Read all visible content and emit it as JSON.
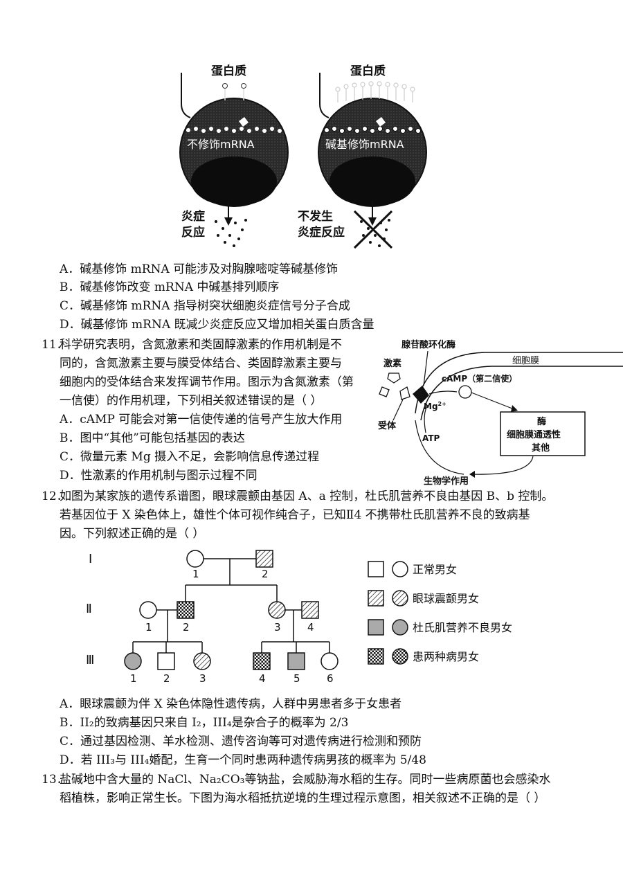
{
  "cells": {
    "protein_label": "蛋白质",
    "left_mrna": "不修饰mRNA",
    "right_mrna": "碱基修饰mRNA",
    "left_result_1": "炎症",
    "left_result_2": "反应",
    "right_result_1": "不发生",
    "right_result_2": "炎症反应"
  },
  "q10_options": [
    "A．碱基修饰 mRNA 可能涉及对胸腺嘧啶等碱基修饰",
    "B．碱基修饰改变 mRNA 中碱基排列顺序",
    "C．碱基修饰 mRNA 指导树突状细胞炎症信号分子合成",
    "D．碱基修饰 mRNA 既减少炎症反应又增加相关蛋白质含量"
  ],
  "q11": {
    "number": "11．",
    "stem": [
      "科学研究表明，含氮激素和类固醇激素的作用机制是不",
      "同的，含氮激素主要与膜受体结合、类固醇激素主要与",
      "细胞内的受体结合来发挥调节作用。图示为含氮激素（第",
      "一信使）的作用机理，下列相关叙述错误的是（    ）"
    ],
    "options": [
      "A．cAMP 可能会对第一信使传递的信号产生放大作用",
      "B．图中“其他”可能包括基因的表达",
      "C．微量元素 Mg 摄入不足，会影响信息传递过程",
      "D．性激素的作用机制与图示过程不同"
    ],
    "diagram": {
      "enzyme": "腺苷酸环化酶",
      "membrane": "细胞膜",
      "hormone": "激素",
      "camp": "cAMP（第二信使）",
      "mg": "Mg",
      "mg_sup": "2+",
      "receptor": "受体",
      "atp": "ATP",
      "box_1": "酶",
      "box_2": "细胞膜通透性",
      "box_3": "其他",
      "effect": "生物学作用"
    }
  },
  "q12": {
    "number": "12．",
    "stem": [
      "如图为某家族的遗传系谱图，眼球震颤由基因 A、a 控制，杜氏肌营养不良由基因 B、b 控制。",
      "若基因位于 X 染色体上，雄性个体可视作纯合子，已知Ⅱ4 不携带杜氏肌营养不良的致病基",
      "因。下列叙述正确的是（    ）"
    ],
    "generations": [
      "Ⅰ",
      "Ⅱ",
      "Ⅲ"
    ],
    "gen1_ids": [
      "1",
      "2"
    ],
    "gen2_ids": [
      "1",
      "2",
      "3",
      "4"
    ],
    "gen3_ids": [
      "1",
      "2",
      "3",
      "4",
      "5",
      "6"
    ],
    "legend": [
      "正常男女",
      "眼球震颤男女",
      "杜氏肌营养不良男女",
      "患两种病男女"
    ],
    "options": [
      "A．眼球震颤为伴 X 染色体隐性遗传病，人群中男患者多于女患者",
      "B．II₂的致病基因只来自 I₂，III₄是杂合子的概率为 2/3",
      "C．通过基因检测、羊水检测、遗传咨询等可对遗传病进行检测和预防",
      "D．若 III₃与 III₄婚配，生育一个同时患两种遗传病男孩的概率为 5/48"
    ]
  },
  "q13": {
    "number": "13．",
    "stem": [
      "盐碱地中含大量的 NaCl、Na₂CO₃等钠盐，会威胁海水稻的生存。同时一些病原菌也会感染水",
      "稻植株，影响正常生长。下图为海水稻抵抗逆境的生理过程示意图，相关叙述不正确的是（    ）"
    ]
  }
}
